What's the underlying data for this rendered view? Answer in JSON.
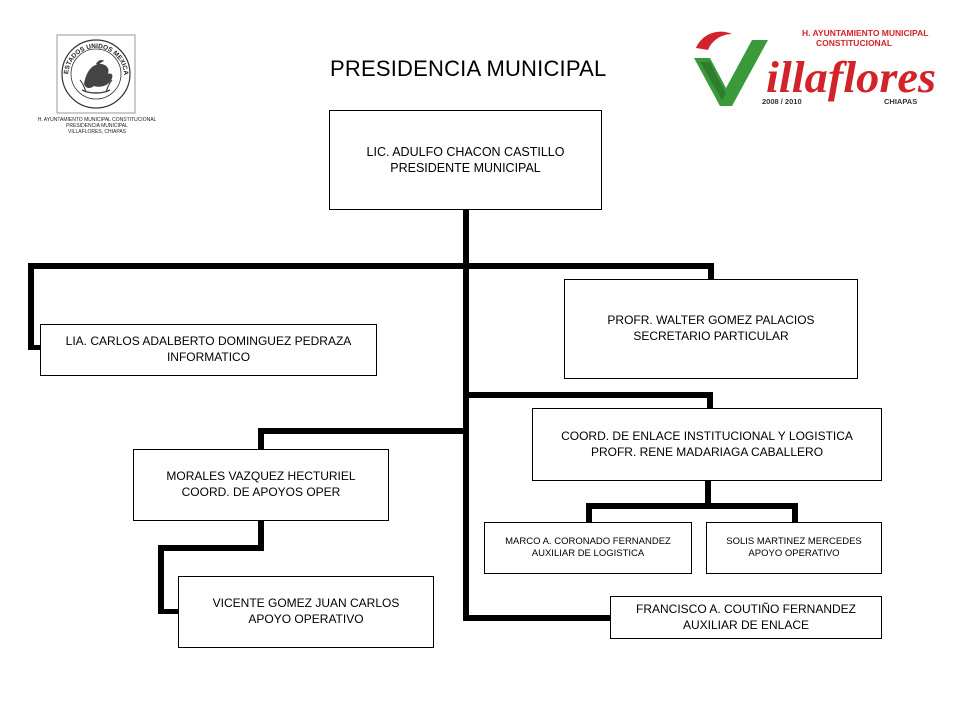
{
  "header": {
    "title": "PRESIDENCIA MUNICIPAL",
    "seal_caption": [
      "H. AYUNTAMIENTO MUNICIPAL CONSTITUCIONAL",
      "PRESIDENCIA MUNICIPAL",
      "VILLAFLORES, CHIAPAS"
    ],
    "seal_ring_text": "ESTADOS UNIDOS MEXICANOS",
    "logo": {
      "line1": "H. AYUNTAMIENTO MUNICIPAL",
      "line2": "CONSTITUCIONAL",
      "name": "illaflores",
      "period": "2008 / 2010",
      "state": "CHIAPAS",
      "colors": {
        "red": "#d2232a",
        "green": "#3a9a3a"
      }
    }
  },
  "org": {
    "president": {
      "name": "LIC. ADULFO CHACON CASTILLO",
      "role": "PRESIDENTE MUNICIPAL"
    },
    "informatico": {
      "name": "LIA. CARLOS ADALBERTO DOMINGUEZ PEDRAZA",
      "role": "INFORMATICO"
    },
    "secretario": {
      "name": "PROFR. WALTER GOMEZ PALACIOS",
      "role": "SECRETARIO PARTICULAR"
    },
    "coord_enlace": {
      "name": "COORD. DE ENLACE INSTITUCIONAL  Y LOGISTICA",
      "role": "PROFR. RENE MADARIAGA CABALLERO"
    },
    "coord_apoyos": {
      "name": "MORALES VAZQUEZ HECTURIEL",
      "role": "COORD. DE APOYOS OPER"
    },
    "aux_logistica": {
      "name": "MARCO A. CORONADO FERNANDEZ",
      "role": "AUXILIAR DE LOGISTICA"
    },
    "apoyo_solis": {
      "name": "SOLIS MARTINEZ MERCEDES",
      "role": "APOYO OPERATIVO"
    },
    "apoyo_vicente": {
      "name": "VICENTE GOMEZ JUAN CARLOS",
      "role": "APOYO OPERATIVO"
    },
    "aux_enlace": {
      "name": "FRANCISCO  A. COUTIÑO  FERNANDEZ",
      "role": "AUXILIAR DE ENLACE"
    }
  }
}
